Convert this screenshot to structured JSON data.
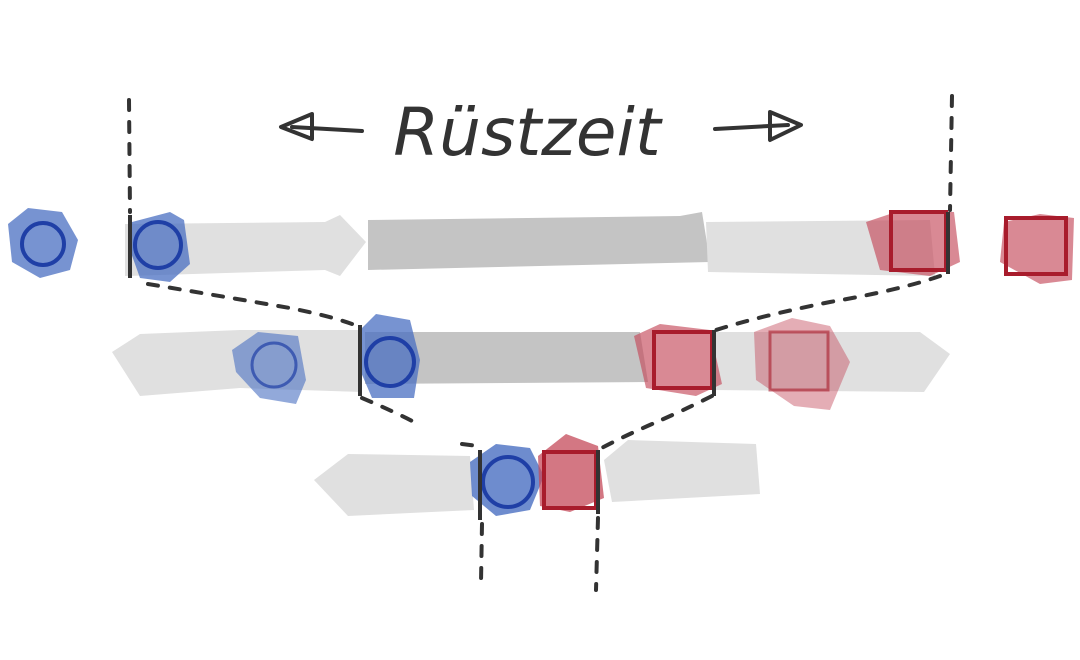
{
  "title": "Rüstzeit",
  "colors": {
    "background": "#ffffff",
    "ink": "#333333",
    "light_gray": "#e0e0e0",
    "dark_gray": "#c4c4c4",
    "blue_fill": "#4a6fc2",
    "blue_stroke": "#1f3fa6",
    "red_fill": "#c44a5a",
    "red_stroke": "#a81c2c"
  },
  "rows": [
    {
      "name": "row-1",
      "changeover": "long"
    },
    {
      "name": "row-2",
      "changeover": "medium"
    },
    {
      "name": "row-3",
      "changeover": "short"
    }
  ]
}
